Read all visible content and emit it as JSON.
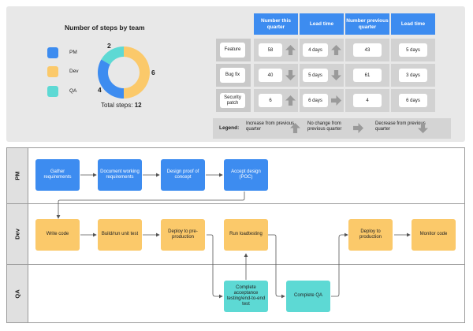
{
  "chart": {
    "title": "Number of steps by team",
    "total_label": "Total steps: ",
    "total_value": "12"
  },
  "chart_data": {
    "type": "pie",
    "title": "Number of steps by team",
    "categories": [
      "PM",
      "Dev",
      "QA"
    ],
    "values": [
      4,
      6,
      2
    ],
    "colors": [
      "#3d8cf0",
      "#fbc96a",
      "#5dd9d4"
    ]
  },
  "legend": [
    {
      "label": "PM",
      "color": "#3d8cf0"
    },
    {
      "label": "Dev",
      "color": "#fbc96a"
    },
    {
      "label": "QA",
      "color": "#5dd9d4"
    }
  ],
  "table": {
    "headers": [
      "Number this quarter",
      "Lead time",
      "Number previous quarter",
      "Lead time"
    ],
    "rows": [
      {
        "label": "Feature",
        "num_this": "58",
        "arrow1": "up",
        "lead_this": "4 days",
        "arrow2": "up",
        "num_prev": "43",
        "lead_prev": "5 days"
      },
      {
        "label": "Bug fix",
        "num_this": "40",
        "arrow1": "down",
        "lead_this": "5 days",
        "arrow2": "down",
        "num_prev": "61",
        "lead_prev": "3 days"
      },
      {
        "label": "Security patch",
        "num_this": "6",
        "arrow1": "up",
        "lead_this": "6 days",
        "arrow2": "right",
        "num_prev": "4",
        "lead_prev": "6 days"
      }
    ],
    "legend_title": "Legend:",
    "legend_items": [
      {
        "text": "Increase from previous quarter",
        "icon": "up-arrow-icon"
      },
      {
        "text": "No change from previous quarter",
        "icon": "right-arrow-icon"
      },
      {
        "text": "Decrease from previous quarter",
        "icon": "down-arrow-icon"
      }
    ],
    "arrow_color": "#9a9a9a"
  },
  "lanes": [
    "PM",
    "Dev",
    "QA"
  ],
  "nodes": {
    "gather": "Gather requirements",
    "document": "Document working requirements",
    "design": "Design proof of concept",
    "accept": "Accept design (POC)",
    "write": "Write code",
    "build": "Build/run unit test",
    "deploy_pre": "Deploy to pre-production",
    "load": "Run loadtesting",
    "deploy_prod": "Deploy to production",
    "monitor": "Monitor code",
    "acceptance": "Complete acceptance testing/end-to-end test",
    "complete_qa": "Complete QA"
  }
}
